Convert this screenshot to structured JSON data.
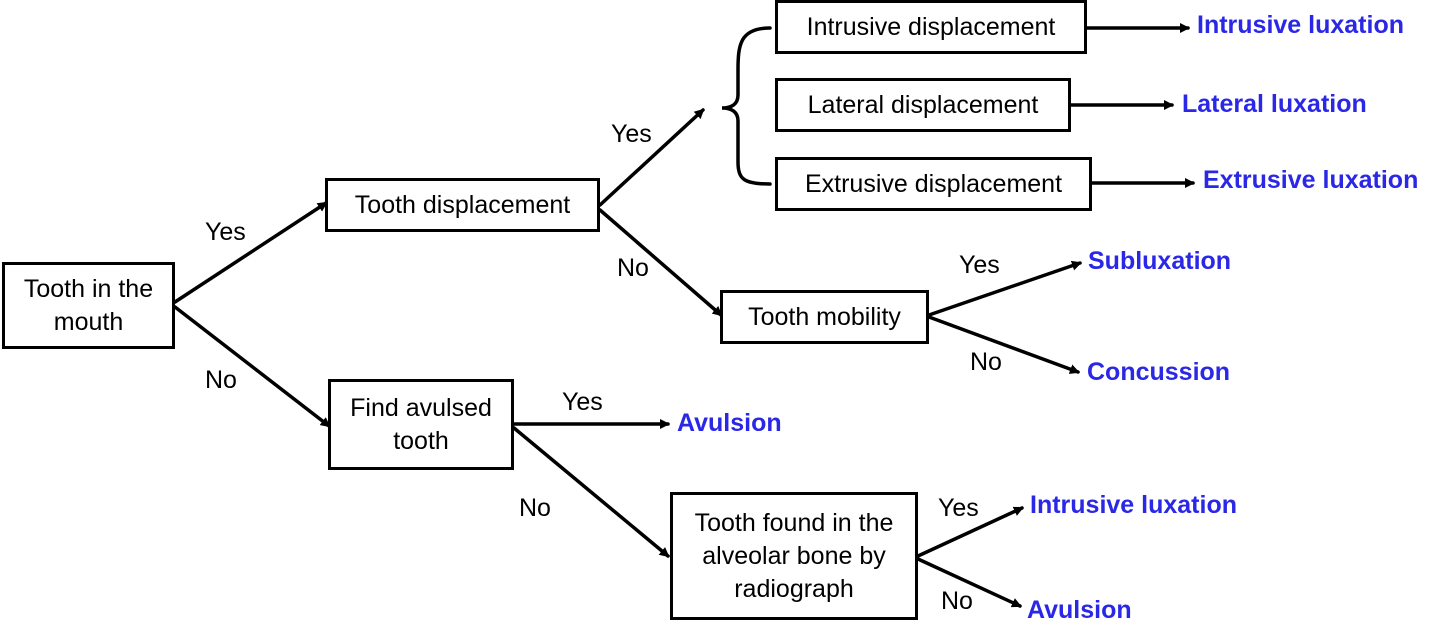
{
  "colors": {
    "outcome": "#2a27e6",
    "line": "#000000"
  },
  "nodes": {
    "tooth_in_mouth": "Tooth in the mouth",
    "tooth_displacement": "Tooth displacement",
    "find_avulsed": "Find avulsed tooth",
    "intrusive_disp": "Intrusive displacement",
    "lateral_disp": "Lateral displacement",
    "extrusive_disp": "Extrusive displacement",
    "tooth_mobility": "Tooth mobility",
    "tooth_found": "Tooth found in the alveolar bone by radiograph"
  },
  "edge_labels": {
    "mouth_yes": "Yes",
    "mouth_no": "No",
    "disp_yes": "Yes",
    "disp_no": "No",
    "mob_yes": "Yes",
    "mob_no": "No",
    "avul_yes": "Yes",
    "avul_no": "No",
    "found_yes": "Yes",
    "found_no": "No"
  },
  "outcomes": {
    "intrusive_luxation": "Intrusive luxation",
    "lateral_luxation": "Lateral luxation",
    "extrusive_luxation": "Extrusive luxation",
    "subluxation": "Subluxation",
    "concussion": "Concussion",
    "avulsion_1": "Avulsion",
    "intrusive_luxation_2": "Intrusive luxation",
    "avulsion_2": "Avulsion"
  }
}
